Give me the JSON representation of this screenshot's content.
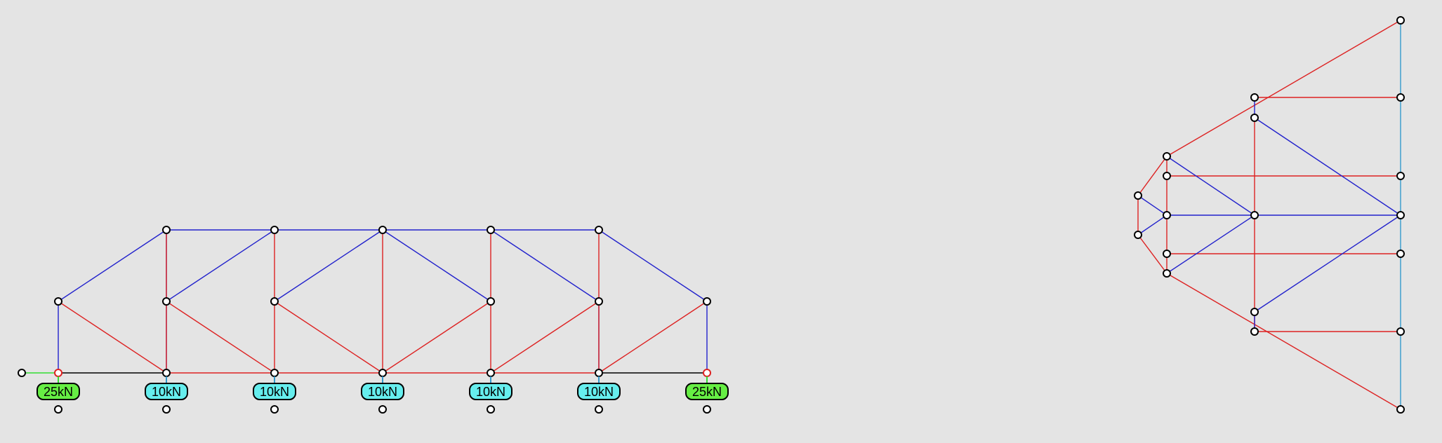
{
  "colors": {
    "background": "#e4e4e4",
    "tension": "#dd2222",
    "compression": "#2222cc",
    "zero_member": "#000000",
    "reaction": "#33dd33",
    "load_line": "#3399cc",
    "reaction_label": "#66ee44",
    "load_label": "#66eeee"
  },
  "loads": [
    {
      "label": "25kN",
      "kind": "reaction"
    },
    {
      "label": "10kN",
      "kind": "load"
    },
    {
      "label": "10kN",
      "kind": "load"
    },
    {
      "label": "10kN",
      "kind": "load"
    },
    {
      "label": "10kN",
      "kind": "load"
    },
    {
      "label": "10kN",
      "kind": "load"
    },
    {
      "label": "25kN",
      "kind": "reaction"
    }
  ]
}
